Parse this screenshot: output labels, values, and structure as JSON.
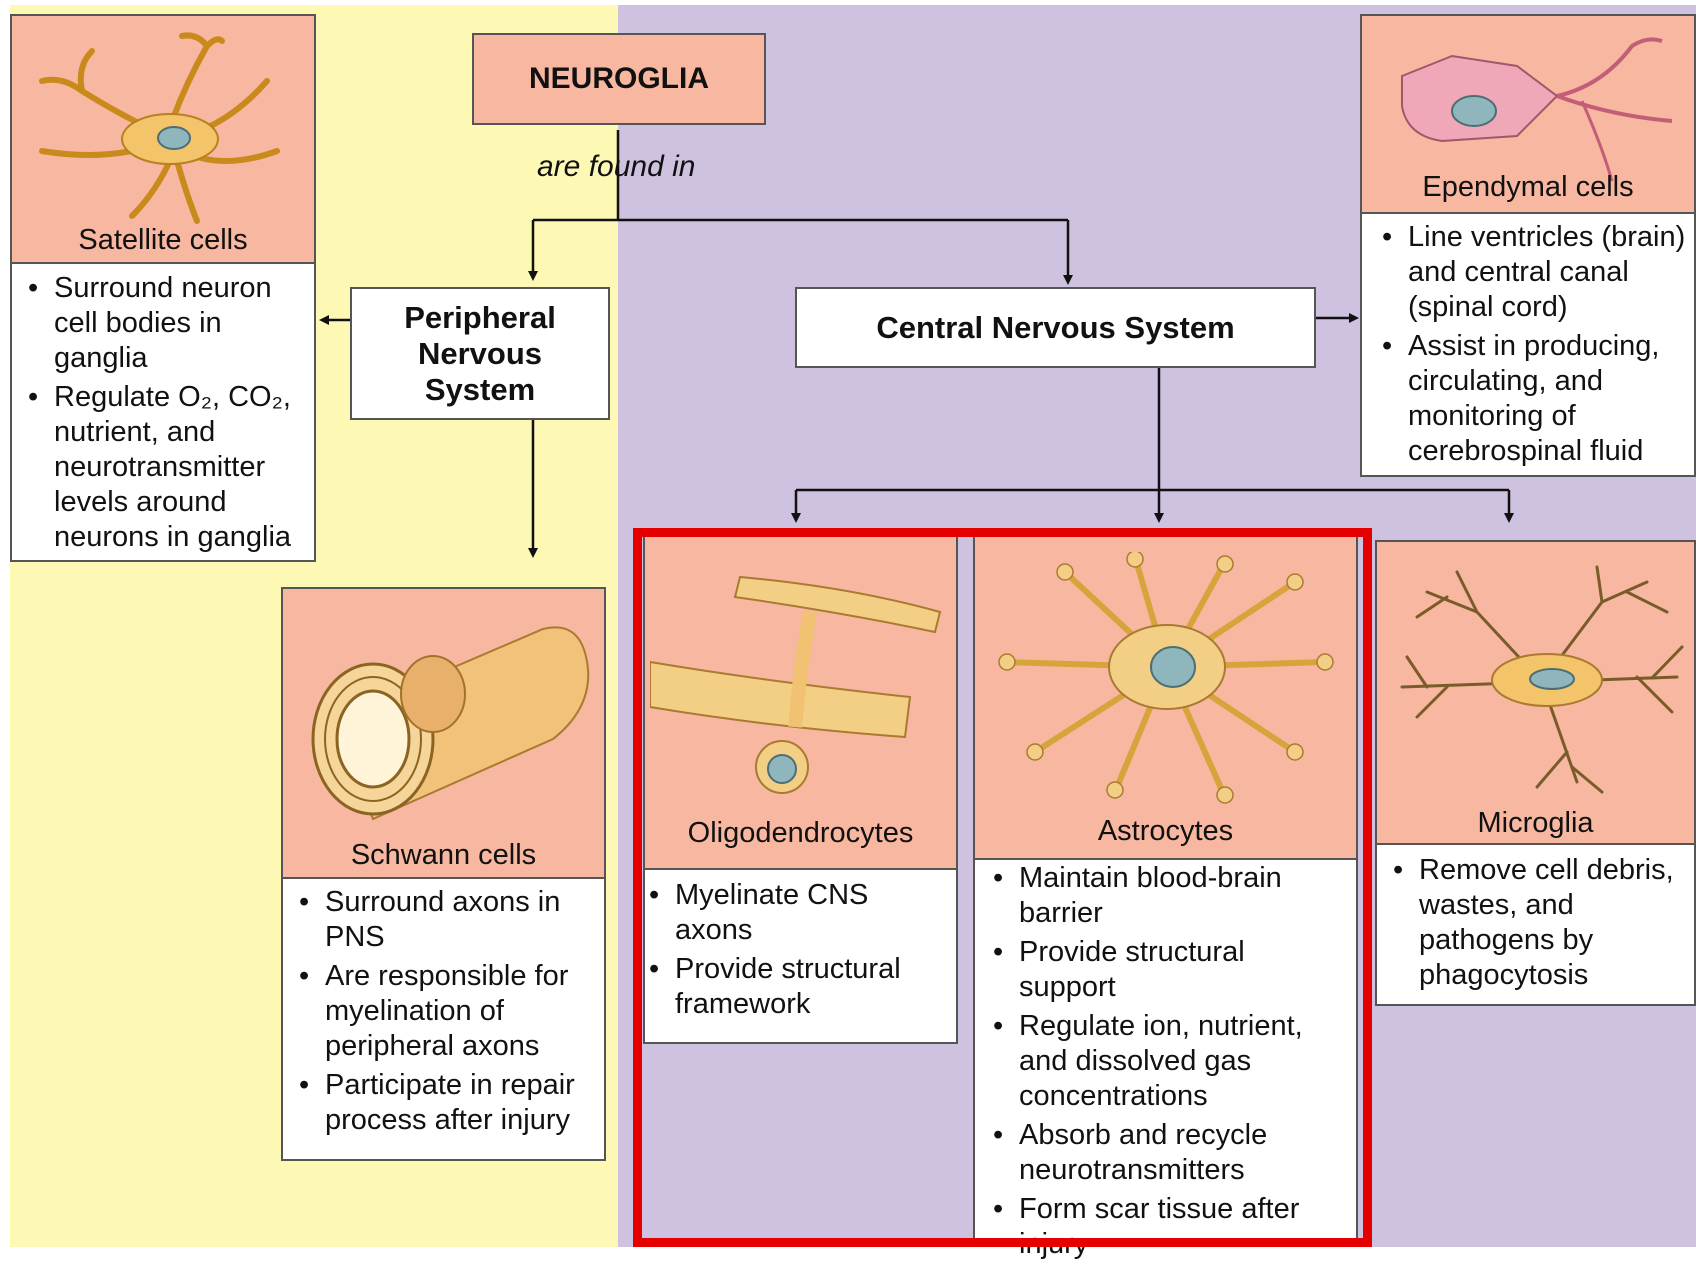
{
  "title": "NEUROGLIA",
  "connector_text": "are found in",
  "pns": {
    "label": "Peripheral Nervous System"
  },
  "cns": {
    "label": "Central Nervous System"
  },
  "cells": {
    "satellite": {
      "name": "Satellite cells",
      "bullets": [
        "Surround neuron cell bodies in ganglia",
        "Regulate O₂, CO₂, nutrient, and neurotransmitter levels around neurons in ganglia"
      ]
    },
    "schwann": {
      "name": "Schwann cells",
      "bullets": [
        "Surround axons in PNS",
        "Are responsible for myelination of peripheral axons",
        "Participate in repair process after injury"
      ]
    },
    "ependymal": {
      "name": "Ependymal cells",
      "bullets": [
        "Line ventricles (brain) and central canal (spinal cord)",
        "Assist in producing, circulating, and monitoring of cerebrospinal fluid"
      ]
    },
    "oligodendrocytes": {
      "name": "Oligodendrocytes",
      "bullets": [
        "Myelinate CNS axons",
        "Provide structural framework"
      ]
    },
    "astrocytes": {
      "name": "Astrocytes",
      "bullets": [
        "Maintain blood-brain barrier",
        "Provide structural support",
        "Regulate ion, nutrient, and dissolved gas concentrations",
        "Absorb and recycle neurotransmitters",
        "Form scar tissue after injury"
      ]
    },
    "microglia": {
      "name": "Microglia",
      "bullets": [
        "Remove cell debris, wastes, and pathogens by phagocytosis"
      ]
    }
  },
  "colors": {
    "pns_background": "#fdf9b4",
    "cns_background": "#cfc2e0",
    "cell_panel": "#f7b7a0",
    "highlight_frame": "#e50000"
  }
}
